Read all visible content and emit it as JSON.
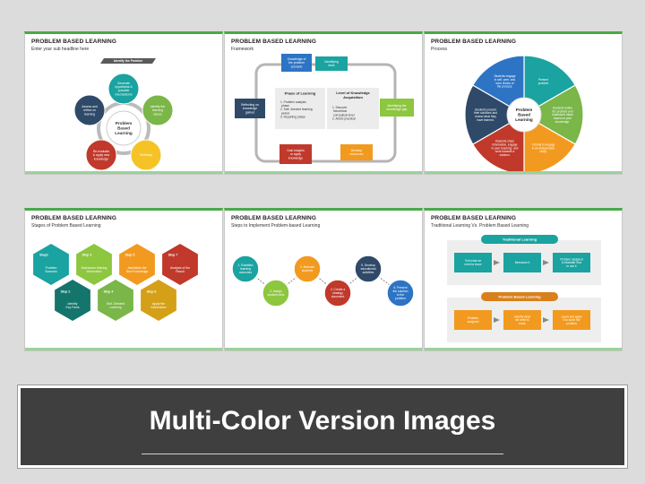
{
  "colors": {
    "teal": "#1aa3a0",
    "navy": "#2f4a68",
    "blue": "#2d74c4",
    "green": "#7ab648",
    "orange": "#f29a1f",
    "red": "#c0392b",
    "yellow": "#f5c325",
    "darkteal": "#13756b",
    "lime": "#8dc63f",
    "gold": "#d4a017",
    "darkred": "#a93226"
  },
  "slides": [
    {
      "title": "PROBLEM BASED LEARNING",
      "subtitle": "Enter your sub headline here",
      "tag": "Identify the Problem",
      "center": [
        "Problem",
        "Based",
        "Learning"
      ],
      "nodes": [
        [
          "Generate",
          "hypothesis &",
          "possible",
          "mechanisms"
        ],
        [
          "Identify the",
          "learning",
          "issues"
        ],
        [
          "Selfstudy"
        ],
        [
          "Re-evaluate",
          "& apply new",
          "knowledge"
        ],
        [
          "Assess and",
          "reflect on",
          "learning"
        ]
      ]
    },
    {
      "title": "PROBLEM BASED LEARNING",
      "subtitle": "Framework",
      "boxes": {
        "b1": [
          "Knowledge of",
          "the problem",
          "scenario"
        ],
        "b2": [
          "Identifying",
          "facts"
        ],
        "b3": [
          "Identifying the",
          "knowledge gap"
        ],
        "b4": [
          "Develop",
          "resources"
        ],
        "b5": [
          "Gain insights",
          "or apply",
          "knowledge"
        ],
        "b6": [
          "Reflecting on",
          "knowledge",
          "gained"
        ]
      },
      "phase_title": "Phase of Learning",
      "phase_items": [
        "1.  Problem analysis",
        "    phase",
        "2.  Self- directed learning",
        "    period",
        "3.  Reporting phase"
      ],
      "level_title": [
        "Level of Knowledge",
        "Acquisition"
      ],
      "level_items": [
        "1.  Discover",
        "    theoretical",
        "    conceptual level",
        "2.  Active practical"
      ]
    },
    {
      "title": "PROBLEM BASED LEARNING",
      "subtitle": "Process",
      "center": [
        "Problem",
        "Based",
        "Learning"
      ],
      "segments": [
        [
          "Present",
          "problem"
        ],
        [
          "Students define",
          "the problem and",
          "brainstorm ideas",
          "based on prior",
          "knowledge."
        ],
        [
          "Tutorial to engage",
          "in an independent",
          "study."
        ],
        [
          "Students share",
          "information, engage",
          "in peer teaching, and",
          "work towards a",
          "solution."
        ],
        [
          "Students present",
          "their solutions and",
          "review what they",
          "have learned."
        ],
        [
          "Students engage",
          "in self, peer, and",
          "tutor review of",
          "the process."
        ]
      ]
    },
    {
      "title": "PROBLEM BASED LEARNING",
      "subtitle": "Stages of Problem Based Learning",
      "top": [
        {
          "step": "Step1",
          "text": [
            "Problem",
            "Scenario"
          ]
        },
        {
          "step": "Step 3",
          "text": [
            "Brainstorm Missing",
            "Information"
          ]
        },
        {
          "step": "Step 5",
          "text": [
            "Assimilate the",
            "New Knowledge"
          ]
        },
        {
          "step": "Step 7",
          "text": [
            "Analysis of the",
            "Result"
          ]
        }
      ],
      "bottom": [
        {
          "step": "Step 2",
          "text": [
            "Identify",
            "Key Facts"
          ]
        },
        {
          "step": "Step 4",
          "text": [
            "Self- Directed",
            "Learning"
          ]
        },
        {
          "step": "Step 6",
          "text": [
            "Apply the",
            "Information"
          ]
        }
      ]
    },
    {
      "title": "PROBLEM BASED LEARNING",
      "subtitle": "Steps to Implement Problem-based Learning",
      "steps": [
        [
          "1. Establish",
          "learning",
          "outcomes"
        ],
        [
          "2. Assign",
          "student roles"
        ],
        [
          "3. Motivate",
          "students"
        ],
        [
          "4. Create a",
          "strategy",
          "document"
        ],
        [
          "5. Develop",
          "educational",
          "activities"
        ],
        [
          "6. Present",
          "the solution",
          "to the",
          "problem"
        ]
      ]
    },
    {
      "title": "PROBLEM BASED LEARNING",
      "subtitle": "Traditional Learning Vs. Problem Based Learning",
      "trad_label": "Traditional Learning",
      "trad": [
        [
          "Told what we",
          "need to know"
        ],
        [
          "Memorize it"
        ],
        [
          "Problem assigned",
          "to illustrate how",
          "to use it"
        ]
      ],
      "pbl_label": "Problem Based Learning",
      "pbl": [
        [
          "Problem",
          "assigned"
        ],
        [
          "Identify what",
          "we need to",
          "know"
        ],
        [
          "Learn and apply",
          "it to solve the",
          "problem"
        ]
      ]
    }
  ],
  "banner": {
    "title": "Multi-Color Version Images"
  }
}
